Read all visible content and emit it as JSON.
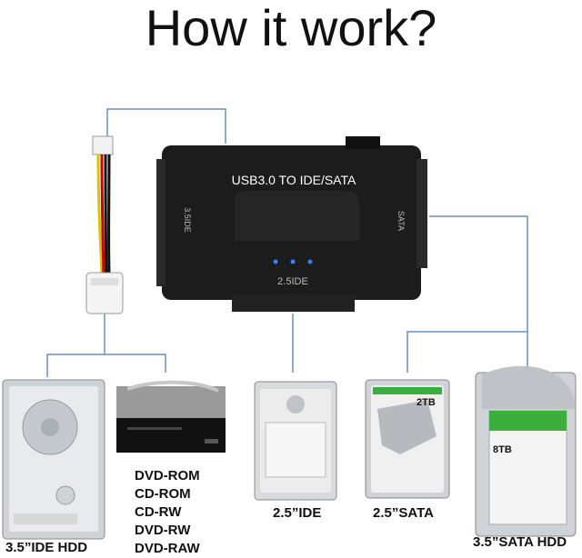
{
  "title": "How it work?",
  "adapter": {
    "name": "USB3.0 TO IDE/SATA",
    "port_left": "3.5IDE",
    "port_right": "SATA",
    "port_bottom": "2.5IDE"
  },
  "devices": {
    "hdd35_ide": "3.5”IDE HDD",
    "dvd_types": [
      "DVD-ROM",
      "CD-ROM",
      "CD-RW",
      "DVD-RW",
      "DVD-RAW"
    ],
    "hdd25_ide": "2.5”IDE",
    "hdd25_sata": "2.5”SATA",
    "hdd35_sata": "3.5”SATA HDD"
  },
  "drive_labels": {
    "sata25_capacity": "2TB",
    "sata35_capacity": "8TB"
  },
  "colors": {
    "connector_line": "#6a8fbf",
    "adapter_body": "#1c1c1c",
    "led": "#3a7bff",
    "seagate_green": "#3cae3c"
  }
}
